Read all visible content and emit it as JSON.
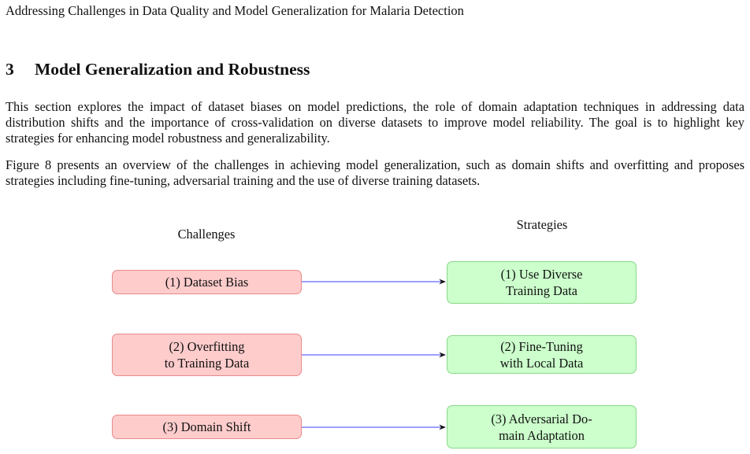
{
  "header": {
    "running_title": "Addressing Challenges in Data Quality and Model Generalization for Malaria Detection"
  },
  "section": {
    "number": "3",
    "title": "Model Generalization and Robustness"
  },
  "paragraphs": [
    "This section explores the impact of dataset biases on model predictions, the role of domain adaptation techniques in addressing data distribution shifts and the importance of cross-validation on diverse datasets to improve model reliability. The goal is to highlight key strategies for enhancing model robustness and generalizability.",
    "Figure 8 presents an overview of the challenges in achieving model generalization, such as domain shifts and overfit­ting and proposes strategies including fine-tuning, adversarial training and the use of diverse training datasets."
  ],
  "figure": {
    "challenges_label": "Challenges",
    "strategies_label": "Strategies",
    "challenges": [
      [
        "(1) Dataset Bias"
      ],
      [
        "(2) Overfitting",
        "to Training Data"
      ],
      [
        "(3) Domain Shift"
      ]
    ],
    "strategies": [
      [
        "(1) Use Diverse",
        "Training Data"
      ],
      [
        "(2) Fine-Tuning",
        "with Local Data"
      ],
      [
        "(3) Adversarial Do-",
        "main Adaptation"
      ]
    ],
    "colors": {
      "challenge_fill": "#ffcccc",
      "challenge_border": "#e88a8a",
      "strategy_fill": "#ccffcc",
      "strategy_border": "#8ad88a",
      "arrow": "#6666ff"
    }
  }
}
